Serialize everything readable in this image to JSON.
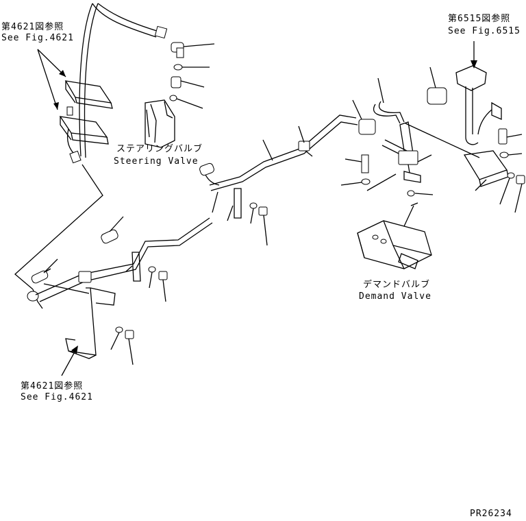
{
  "refs": {
    "top_left": {
      "line1": "第4621図参照",
      "line2": "See Fig.4621"
    },
    "top_right": {
      "line1": "第6515図参照",
      "line2": "See Fig.6515"
    },
    "bottom_left": {
      "line1": "第4621図参照",
      "line2": "See Fig.4621"
    }
  },
  "components": {
    "steering_valve": {
      "jp": "ステアリングバルブ",
      "en": "Steering Valve"
    },
    "demand_valve": {
      "jp": "デマンドバルブ",
      "en": "Demand Valve"
    }
  },
  "drawing_number": "PR26234"
}
